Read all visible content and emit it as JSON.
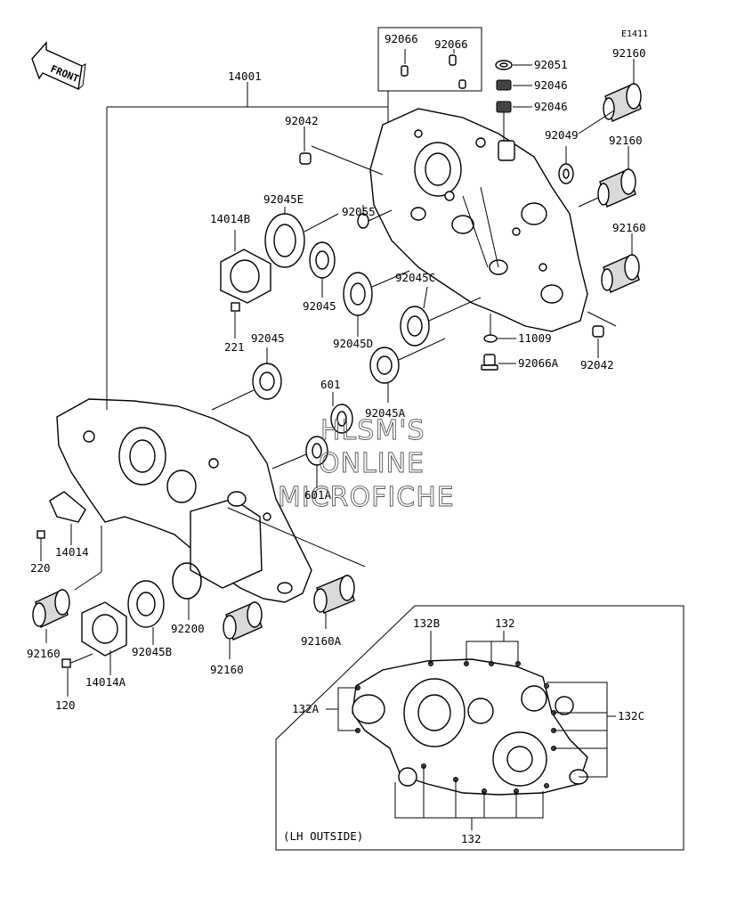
{
  "diagram_id": "E1411",
  "front_label": "FRONT",
  "inset_caption": "(LH OUTSIDE)",
  "watermark": [
    "HLSM'S",
    "ONLINE",
    "MICROFICHE"
  ],
  "labels": {
    "p14001": "14001",
    "p92066_a": "92066",
    "p92066_b": "92066",
    "p92051": "92051",
    "p92046_a": "92046",
    "p92046_b": "92046",
    "p92160_top": "92160",
    "p92042_top": "92042",
    "p92049": "92049",
    "p92160_mid": "92160",
    "p14014B": "14014B",
    "p92045E": "92045E",
    "p92055": "92055",
    "p92160_r3": "92160",
    "p92045_a": "92045",
    "p92045C": "92045C",
    "p221": "221",
    "p92045D": "92045D",
    "p11009": "11009",
    "p92045_b": "92045",
    "p92066A": "92066A",
    "p92042_r": "92042",
    "p601": "601",
    "p92045A": "92045A",
    "p601A": "601A",
    "p220": "220",
    "p14014": "14014",
    "p92160_l": "92160",
    "p92045B": "92045B",
    "p92200": "92200",
    "p92160_b": "92160",
    "p92160A": "92160A",
    "p14014A": "14014A",
    "p120": "120",
    "p132B": "132B",
    "p132_top": "132",
    "p132A": "132A",
    "p132C": "132C",
    "p132_bot": "132"
  }
}
